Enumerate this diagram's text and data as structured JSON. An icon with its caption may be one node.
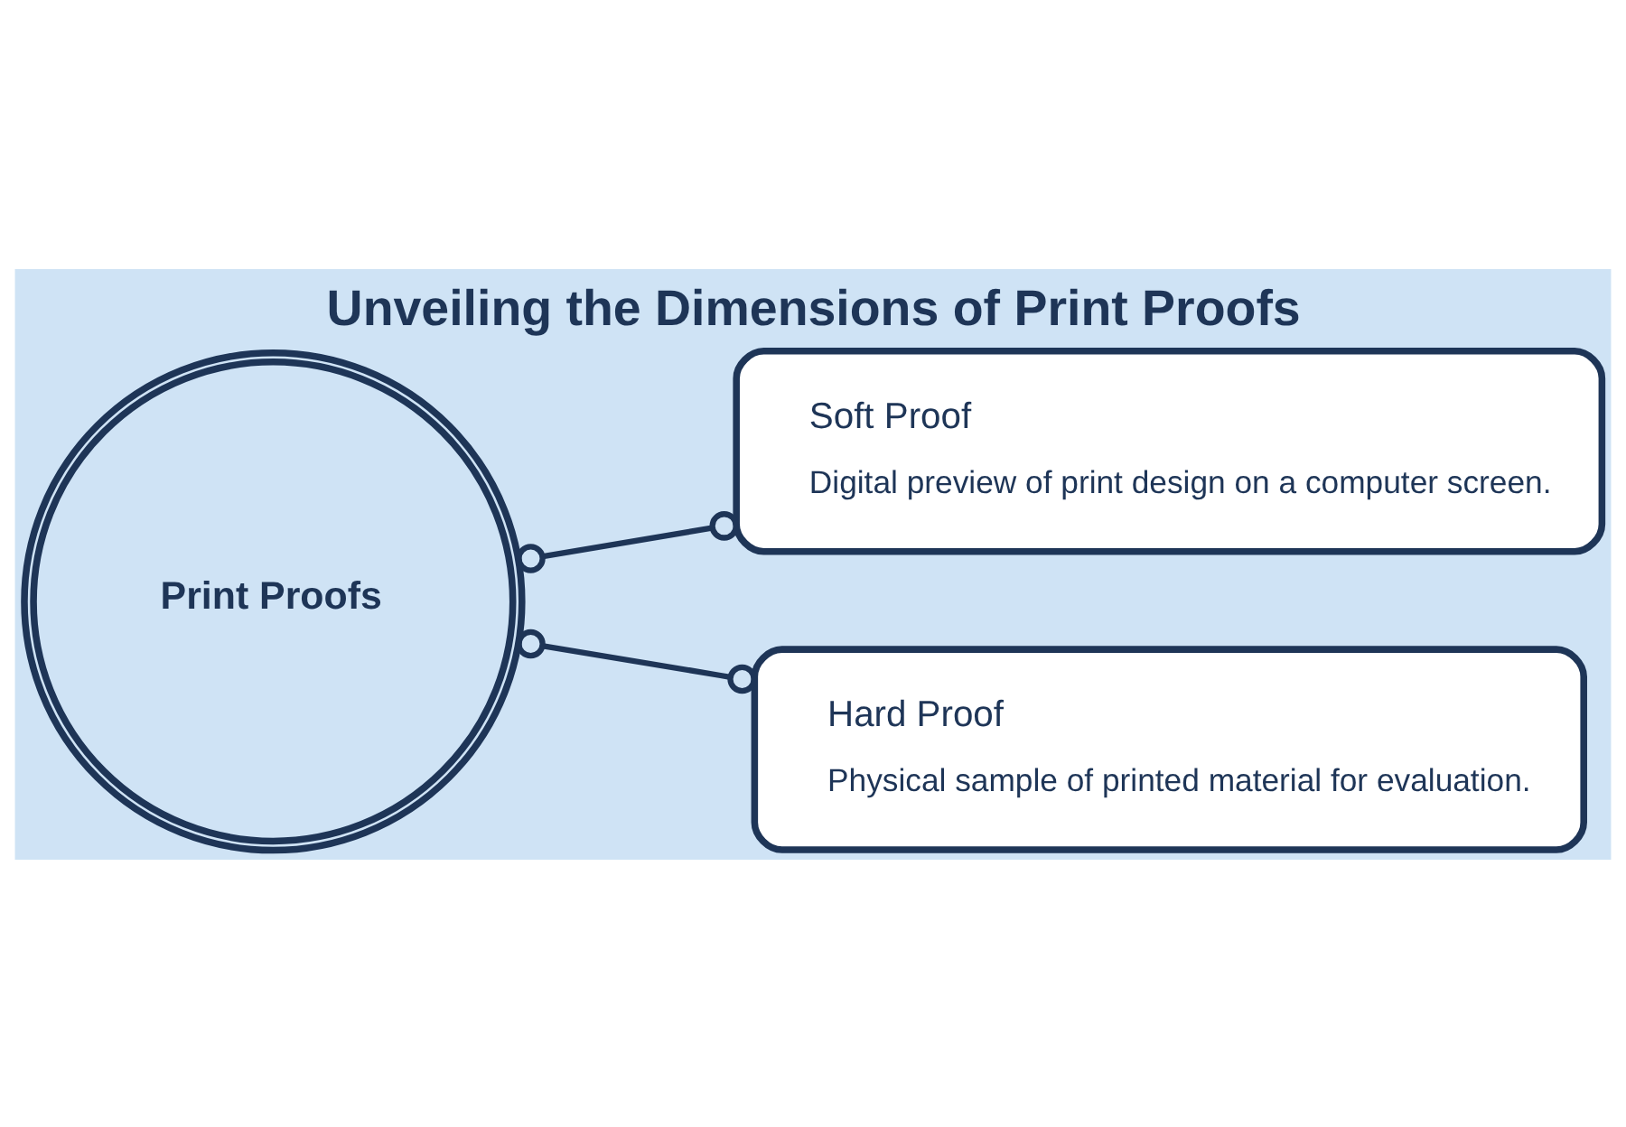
{
  "diagram": {
    "title": "Unveiling the Dimensions of Print Proofs",
    "nodes": [
      {
        "text": [
          "Print Proofs"
        ]
      },
      {
        "text": [
          "Soft Proof",
          "Digital preview of print design on a computer screen."
        ]
      },
      {
        "text": [
          "Hard Proof",
          "Physical sample of printed material for evaluation."
        ]
      }
    ],
    "edges": [
      {
        "from": 0,
        "to": 1,
        "arrow": "other"
      },
      {
        "from": 0,
        "to": 2,
        "arrow": "other"
      }
    ]
  }
}
